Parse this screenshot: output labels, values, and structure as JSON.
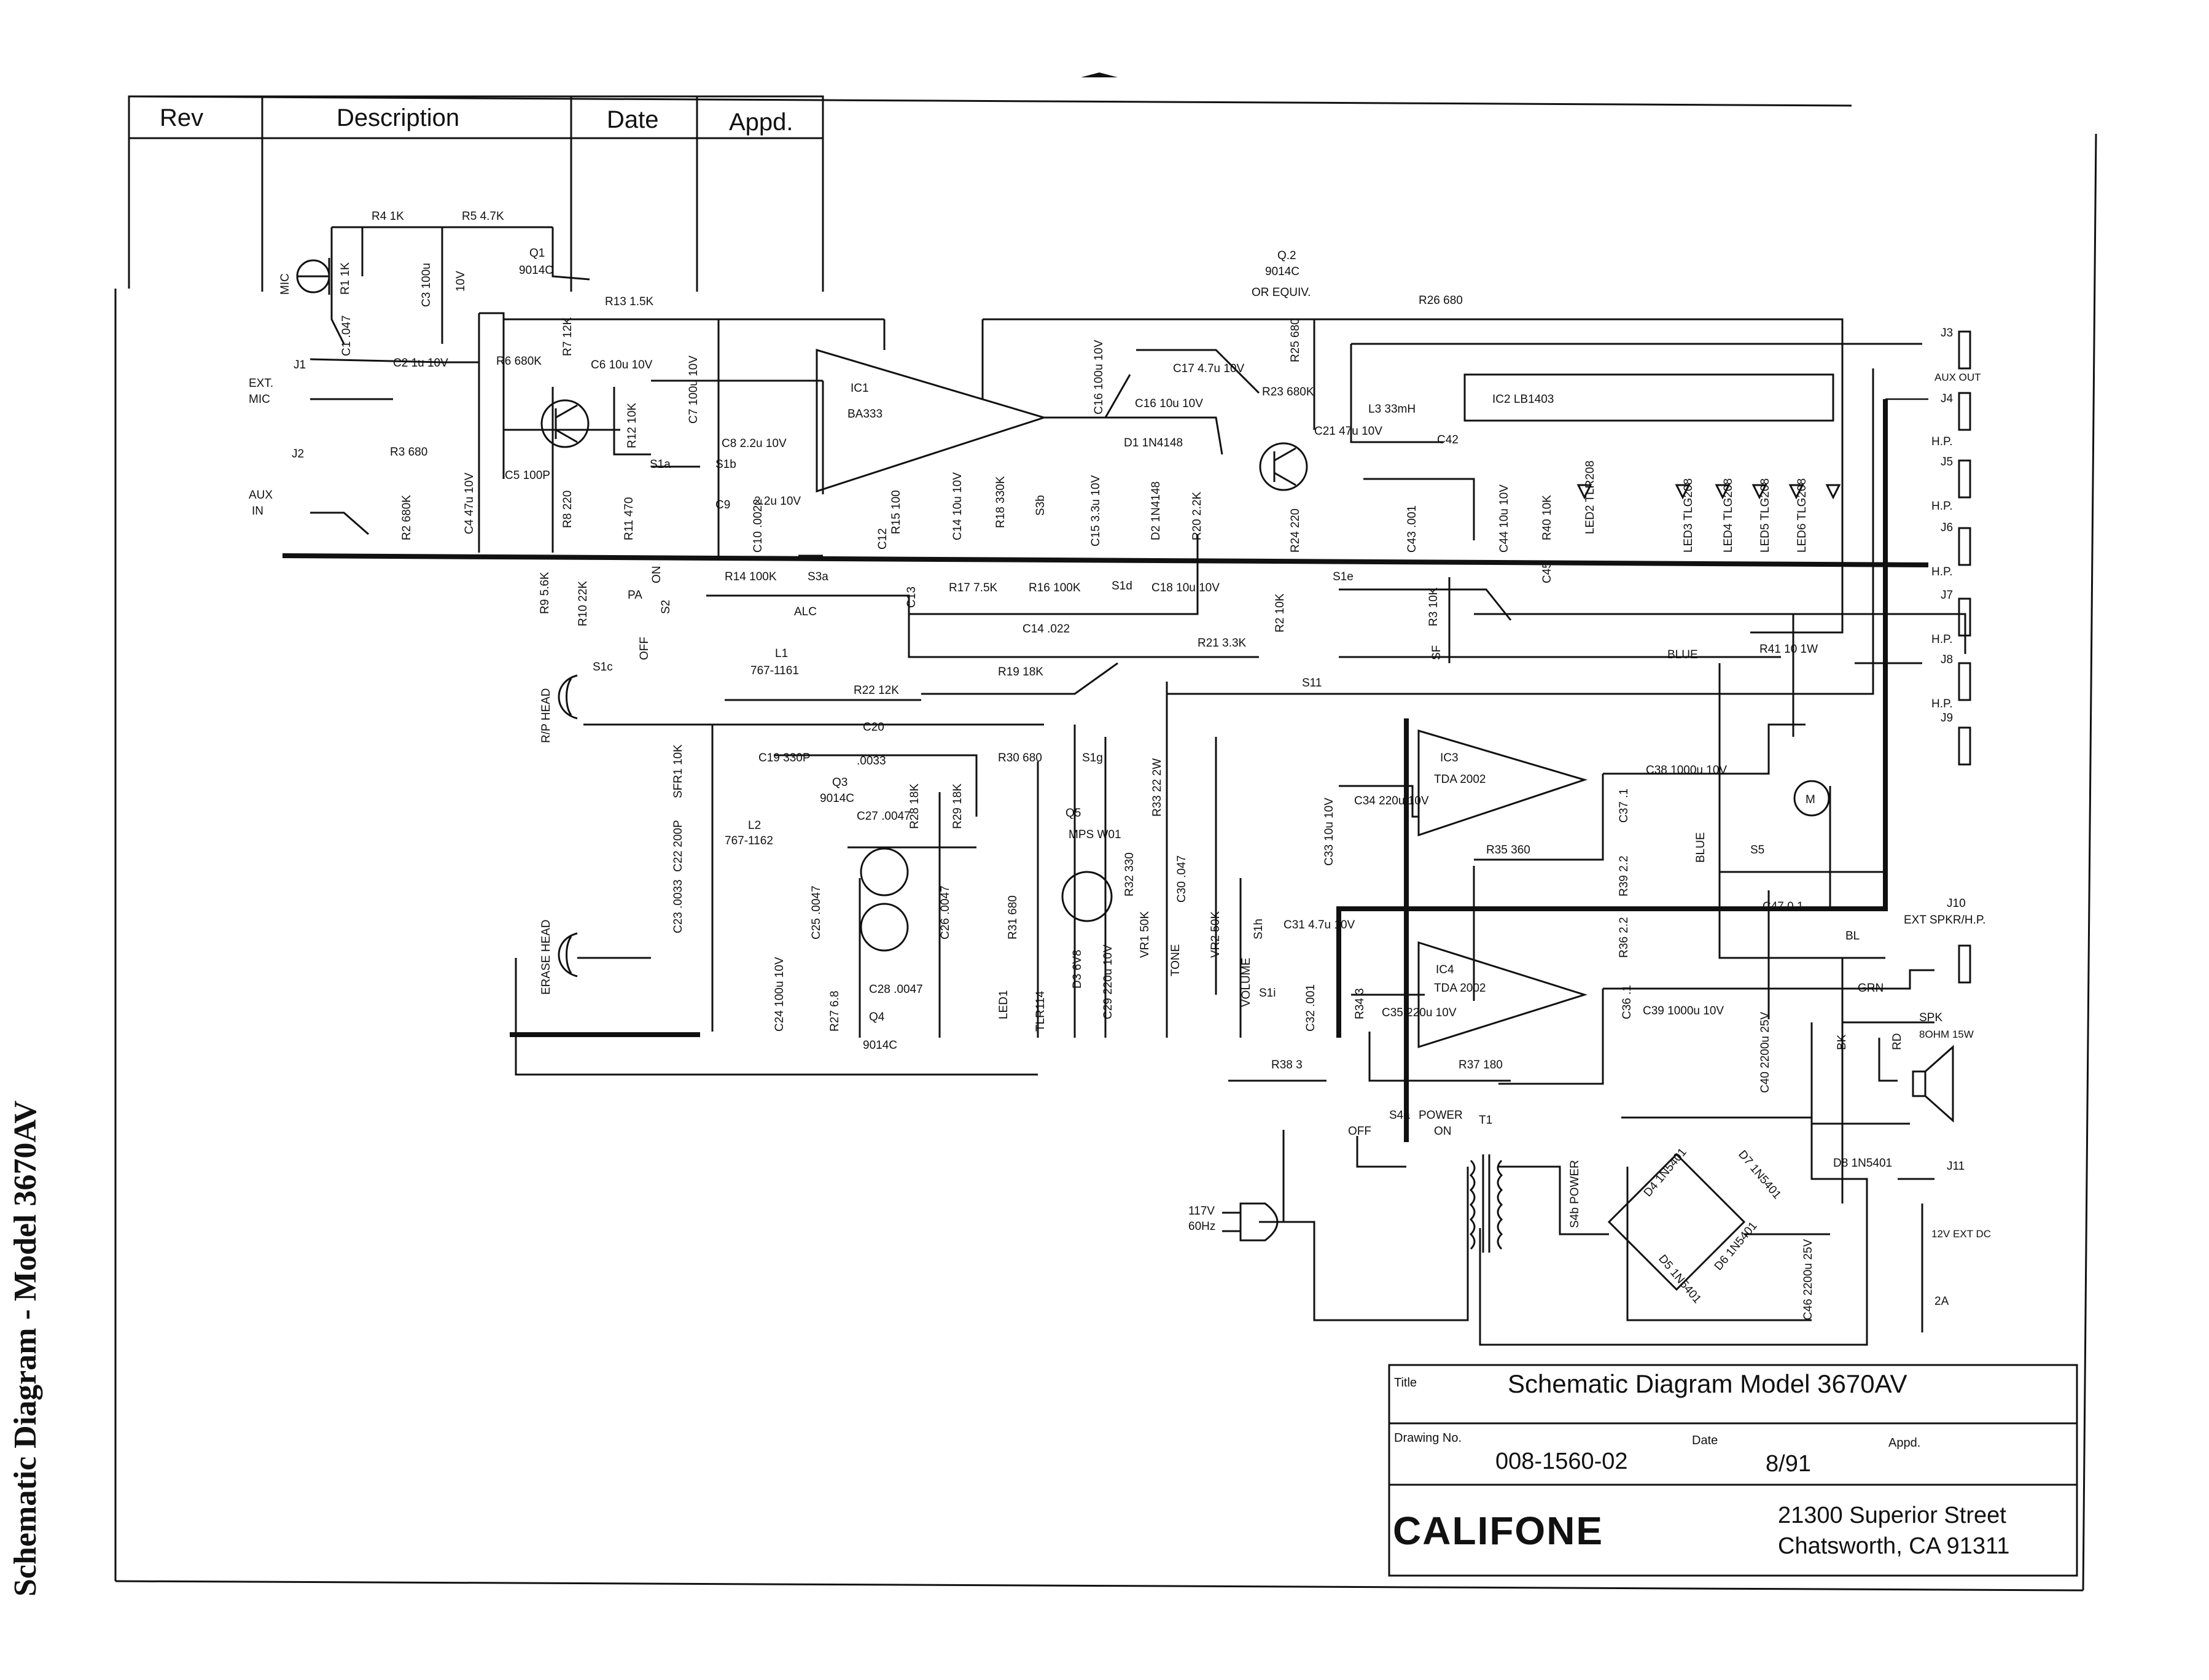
{
  "sheet": {
    "side_title": "Schematic Diagram - Model 3670AV"
  },
  "revision_block": {
    "headers": [
      "Rev",
      "Description",
      "Date",
      "Appd."
    ]
  },
  "title_block": {
    "title_label": "Title",
    "title": "Schematic Diagram Model 3670AV",
    "drawing_no_label": "Drawing No.",
    "drawing_no": "008-1560-02",
    "date_label": "Date",
    "date": "8/91",
    "appd_label": "Appd.",
    "company": "CALIFONE",
    "address_line1": "21300 Superior Street",
    "address_line2": "Chatsworth, CA 91311"
  },
  "components": {
    "mic": "MIC",
    "r1": "R1 1K",
    "r4": "R4 1K",
    "r5": "R5 4.7K",
    "q1": "Q1",
    "q1_type": "9014C",
    "c3": "C3 100u",
    "c3_v": "10V",
    "c1": "C1 .047",
    "j1": "J1",
    "ext_mic": "EXT.",
    "ext_mic2": "MIC",
    "c2": "C2 1u 10V",
    "j2": "J2",
    "aux_in": "AUX",
    "aux_in2": "IN",
    "r2": "R2 680K",
    "r3": "R3 680",
    "c4": "C4 47u 10V",
    "r6": "R6 680K",
    "r7": "R7 12K",
    "c5": "C5 100P",
    "c6": "C6 10u 10V",
    "r8": "R8 220",
    "r9": "R9 5.6K",
    "r10": "R10 22K",
    "r11": "R11 470",
    "r12": "R12 10K",
    "r13": "R13 1.5K",
    "c7": "C7 100u 10V",
    "ic1": "IC1",
    "ic1_type": "BA333",
    "c8": "C8 2.2u 10V",
    "c9": "C9",
    "c10": "C10 .0022",
    "c11": "2.2u 10V",
    "c12": "C12",
    "r15": "R15 100",
    "c13": "C13",
    "c14": "C14 10u 10V",
    "c15": "C15 3.3u 10V",
    "c16": "C16 100u 10V",
    "r18": "R18 330K",
    "s1a": "S1a",
    "s1b": "S1b",
    "s1c": "S1c",
    "s2": "S2",
    "pa": "PA",
    "on": "ON",
    "off": "OFF",
    "s3a": "S3a",
    "s3b": "S3b",
    "alc": "ALC",
    "r14": "R14 100K",
    "r17": "R17 7.5K",
    "r16": "R16 100K",
    "s1d": "S1d",
    "c18": "C18 10u 10V",
    "c14b": "C14 .022",
    "r19": "R19 18K",
    "r21": "R21 3.3K",
    "s11": "S11",
    "d1": "D1 1N4148",
    "d2": "D2 1N4148",
    "r20": "R20 2.2K",
    "c16b": "C16 10u 10V",
    "c17": "C17 4.7u 10V",
    "q2": "Q.2",
    "q2_type": "9014C",
    "q2_equiv": "OR EQUIV.",
    "r25": "R25 680",
    "r23": "R23 680K",
    "c21": "C21 47u 10V",
    "r24": "R24 220",
    "r22": "R22 12K",
    "r26": "R26 680",
    "l3": "L3 33mH",
    "c42": "C42",
    "c43": "C43 .001",
    "ic2": "IC2 LB1403",
    "c44": "C44 10u 10V",
    "r40": "R40 10K",
    "c45": "C45",
    "led2": "LED2 TLR208",
    "led3": "LED3 TLG208",
    "led4": "LED4 TLG208",
    "led5": "LED5 TLG208",
    "led6": "LED6 TLG208",
    "s1e": "S1e",
    "r2b": "R2 10K",
    "r3b": "R3 10K",
    "sf": "SF",
    "blue": "BLUE",
    "r41": "R41 10 1W",
    "j3": "J3",
    "aux_out": "AUX OUT",
    "j4": "J4",
    "j5": "J5",
    "j6": "J6",
    "j7": "J7",
    "j8": "J8",
    "j9": "J9",
    "hp": "H.P.",
    "rp_head": "R/P HEAD",
    "l1": "L1",
    "l1_type": "767-1161",
    "c19": "C19 330P",
    "c20": "C20",
    "c20v": ".0033",
    "sfr1": "SFR1 10K",
    "c22": "C22 200P",
    "l2": "L2",
    "l2_type": "767-1162",
    "c23": "C23 .0033",
    "q3": "Q3",
    "q3_type": "9014C",
    "c27": "C27 .0047",
    "r28": "R28 18K",
    "r29": "R29 18K",
    "r30": "R30 680",
    "s1g": "S1g",
    "c25": "C25 .0047",
    "c26": "C26 .0047",
    "c24": "C24 100u 10V",
    "r27": "R27 6.8",
    "c28": "C28 .0047",
    "q4": "Q4",
    "q4_type": "9014C",
    "erase_head": "ERASE HEAD",
    "q5": "Q5",
    "q5_type": "MPS W01",
    "r31": "R31 680",
    "r32": "R32 330",
    "led1": "LED1",
    "tlr": "TLR114",
    "d3": "D3 6V8",
    "c29": "C29 220u 10V",
    "vr1": "VR1 50K",
    "tone": "TONE",
    "c30": "C30 .047",
    "r33": "R33 22 2W",
    "vr2": "VR2 50K",
    "volume": "VOLUME",
    "s1h": "S1h",
    "s1i": "S1i",
    "c31": "C31 4.7u 10V",
    "c32": "C32 .001",
    "c33": "C33 10u 10V",
    "c34": "C34 220u 10V",
    "ic3": "IC3",
    "ic3_type": "TDA 2002",
    "r35": "R35 360",
    "c37": "C37 .1",
    "r39": "R39 2.2",
    "c38": "C38 1000u 10V",
    "blue2": "BLUE",
    "motor": "M",
    "s5": "S5",
    "c47": "C47 0.1",
    "ic4": "IC4",
    "ic4_type": "TDA 2002",
    "r34": "R34 3",
    "c35": "C35 220u 10V",
    "r36": "R36 2.2",
    "c36": "C36 .1",
    "c39": "C39 1000u 10V",
    "c40": "C40 2200u 25V",
    "r37": "R37 180",
    "r38": "R38 3",
    "j10": "J10",
    "ext_spkr": "EXT SPKR/H.P.",
    "bl": "BL",
    "grn": "GRN",
    "bk": "BK",
    "rd": "RD",
    "spk": "SPK",
    "spk_spec": "8OHM 15W",
    "s4a": "S4a",
    "power": "POWER",
    "t1": "T1",
    "s4b": "S4b POWER",
    "mains": "117V",
    "mains_hz": "60Hz",
    "d4": "D4 1N5401",
    "d5": "D5 1N5401",
    "d6": "D6 1N5401",
    "d7": "D7 1N5401",
    "d8": "D8 1N5401",
    "c46": "C46 2200u 25V",
    "j11": "J11",
    "ext_dc": "12V EXT DC",
    "fuse": "2A"
  }
}
